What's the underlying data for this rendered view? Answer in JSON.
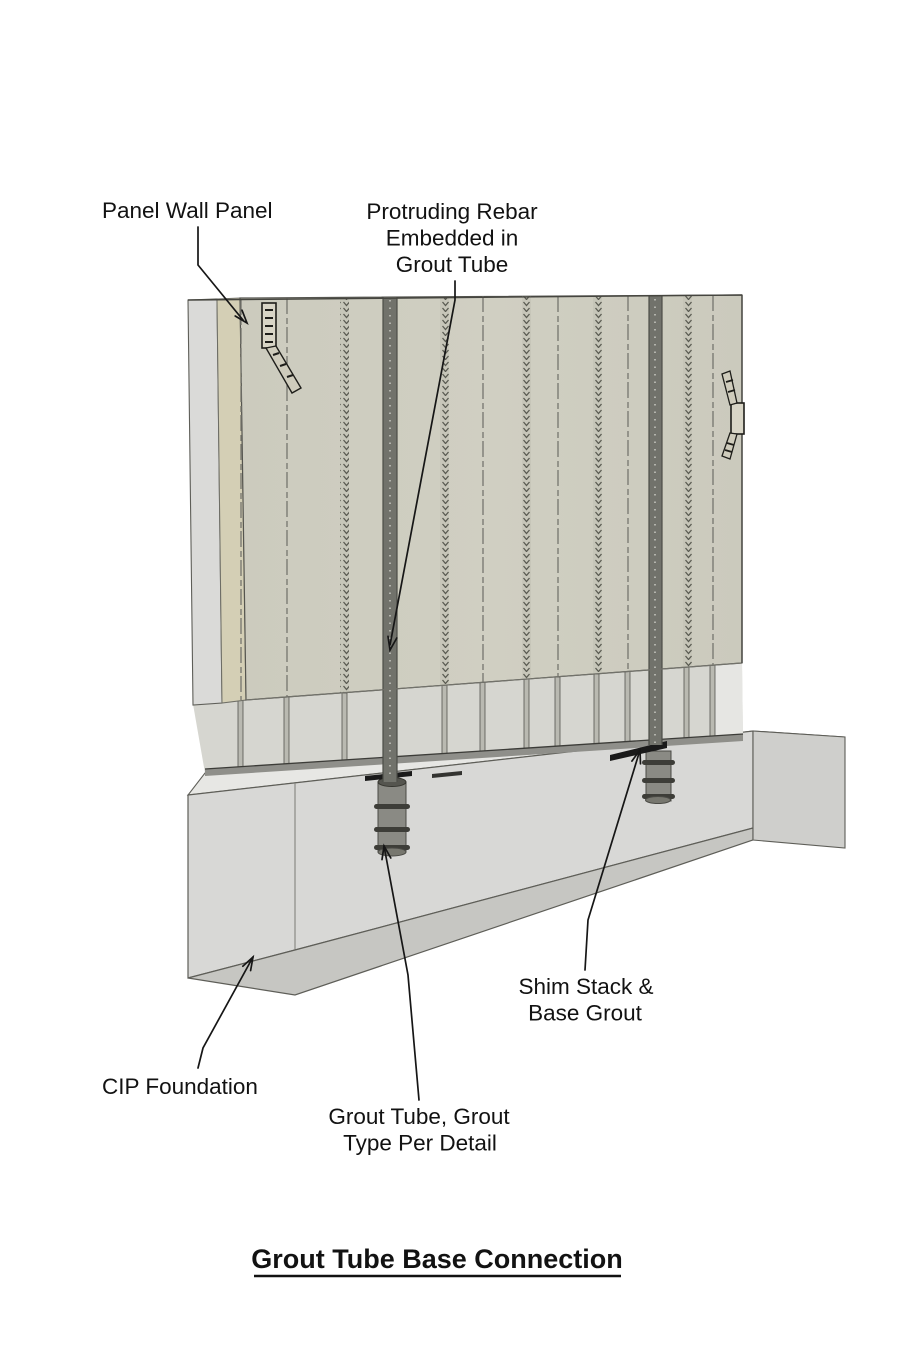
{
  "diagram": {
    "title": "Grout Tube Base Connection",
    "labels": {
      "panel": {
        "line1": "Panel Wall Panel"
      },
      "rebar": {
        "line1": "Protruding Rebar",
        "line2": "Embedded in",
        "line3": "Grout Tube"
      },
      "shim": {
        "line1": "Shim Stack &",
        "line2": "Base Grout"
      },
      "cip": {
        "line1": "CIP Foundation"
      },
      "grout_tube": {
        "line1": "Grout Tube, Grout",
        "line2": "Type Per Detail"
      }
    },
    "colors": {
      "background": "#ffffff",
      "ink": "#161616",
      "panel_face": "#cecdc0",
      "panel_side_strip": "#dadad8",
      "panel_beige_strip": "#d4cfb5",
      "ghost_zone": "#d2d2cc",
      "ghost_zone_light": "#e8e8e4",
      "rebar_stripe": "#71726b",
      "zigzag": "#5a5b52",
      "dowel": "#b9b9b1",
      "sill": "#8f8f8a",
      "shim_dark": "#1a1a1a",
      "foundation_top": "#e7e7e4",
      "foundation_front": "#d8d8d6",
      "foundation_right": "#cfcfcc",
      "foundation_bottom": "#c6c6c2",
      "tube": "#8a8a84",
      "tube_ring": "#3d3d38"
    }
  }
}
